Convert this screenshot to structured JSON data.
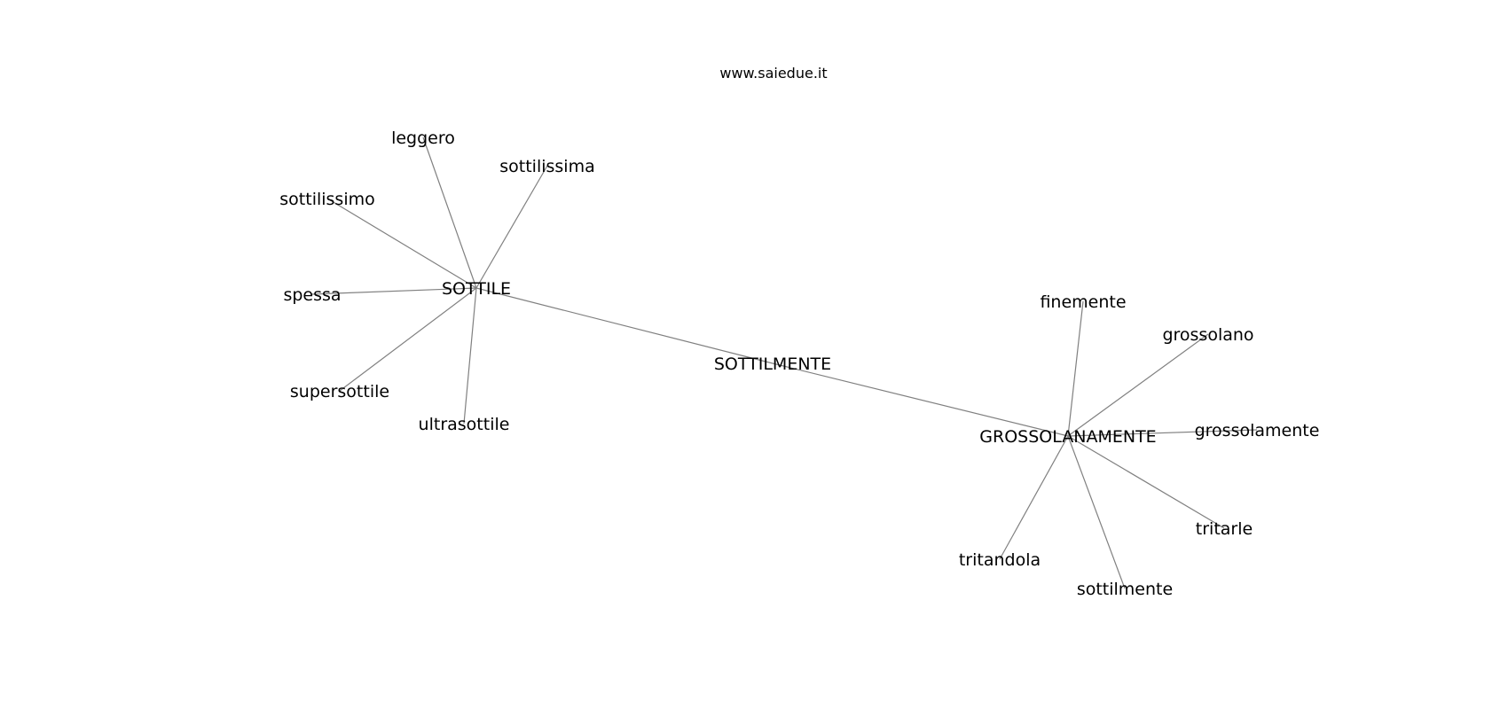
{
  "watermark": "www.saiedue.it",
  "nodes": [
    {
      "id": "SOTTILE",
      "label": "SOTTILE"
    },
    {
      "id": "SOTTILMENTE",
      "label": "SOTTILMENTE"
    },
    {
      "id": "GROSSOLANAMENTE",
      "label": "GROSSOLANAMENTE"
    },
    {
      "id": "leggero",
      "label": "leggero"
    },
    {
      "id": "sottilissima",
      "label": "sottilissima"
    },
    {
      "id": "sottilissimo",
      "label": "sottilissimo"
    },
    {
      "id": "spessa",
      "label": "spessa"
    },
    {
      "id": "supersottile",
      "label": "supersottile"
    },
    {
      "id": "ultrasottile",
      "label": "ultrasottile"
    },
    {
      "id": "finemente",
      "label": "finemente"
    },
    {
      "id": "grossolano",
      "label": "grossolano"
    },
    {
      "id": "grossolamente",
      "label": "grossolamente"
    },
    {
      "id": "tritarle",
      "label": "tritarle"
    },
    {
      "id": "tritandola",
      "label": "tritandola"
    },
    {
      "id": "sottilmente",
      "label": "sottilmente"
    }
  ],
  "edges": [
    [
      "SOTTILE",
      "SOTTILMENTE"
    ],
    [
      "SOTTILMENTE",
      "GROSSOLANAMENTE"
    ],
    [
      "SOTTILE",
      "leggero"
    ],
    [
      "SOTTILE",
      "sottilissima"
    ],
    [
      "SOTTILE",
      "sottilissimo"
    ],
    [
      "SOTTILE",
      "spessa"
    ],
    [
      "SOTTILE",
      "supersottile"
    ],
    [
      "SOTTILE",
      "ultrasottile"
    ],
    [
      "GROSSOLANAMENTE",
      "finemente"
    ],
    [
      "GROSSOLANAMENTE",
      "grossolano"
    ],
    [
      "GROSSOLANAMENTE",
      "grossolamente"
    ],
    [
      "GROSSOLANAMENTE",
      "tritarle"
    ],
    [
      "GROSSOLANAMENTE",
      "tritandola"
    ],
    [
      "GROSSOLANAMENTE",
      "sottilmente"
    ]
  ]
}
